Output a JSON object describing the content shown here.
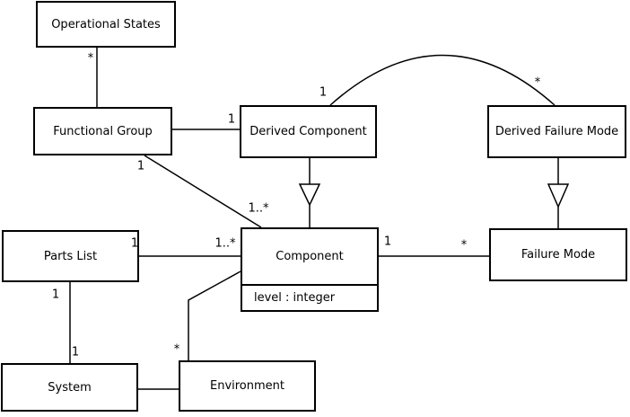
{
  "diagram": {
    "kind": "uml-class-diagram",
    "colors": {
      "background": "#ffffff",
      "line": "#000000",
      "node_fill": "#ffffff",
      "text": "#000000"
    }
  },
  "nodes": {
    "operational_states": {
      "label": "Operational States"
    },
    "functional_group": {
      "label": "Functional Group"
    },
    "derived_component": {
      "label": "Derived Component"
    },
    "derived_failure_mode": {
      "label": "Derived Failure Mode"
    },
    "parts_list": {
      "label": "Parts List"
    },
    "component": {
      "label": "Component",
      "attributes": [
        "level : integer"
      ]
    },
    "failure_mode": {
      "label": "Failure Mode"
    },
    "system": {
      "label": "System"
    },
    "environment": {
      "label": "Environment"
    }
  },
  "relationships": [
    {
      "from": "Functional Group",
      "to": "Operational States",
      "type": "association",
      "to_multiplicity": "*"
    },
    {
      "from": "Functional Group",
      "to": "Derived Component",
      "type": "association",
      "to_multiplicity": "1"
    },
    {
      "from": "Functional Group",
      "to": "Component",
      "type": "association",
      "from_multiplicity": "1",
      "to_multiplicity": "1..*"
    },
    {
      "from": "Derived Component",
      "to": "Component",
      "type": "generalization"
    },
    {
      "from": "Derived Component",
      "to": "Derived Failure Mode",
      "type": "association",
      "from_multiplicity": "1",
      "to_multiplicity": "*"
    },
    {
      "from": "Derived Failure Mode",
      "to": "Failure Mode",
      "type": "generalization"
    },
    {
      "from": "Component",
      "to": "Failure Mode",
      "type": "association",
      "from_multiplicity": "1",
      "to_multiplicity": "*"
    },
    {
      "from": "Parts List",
      "to": "Component",
      "type": "association",
      "from_multiplicity": "1",
      "to_multiplicity": "1..*"
    },
    {
      "from": "Parts List",
      "to": "System",
      "type": "association",
      "from_multiplicity": "1",
      "to_multiplicity": "1"
    },
    {
      "from": "System",
      "to": "Environment",
      "type": "association"
    },
    {
      "from": "Environment",
      "to": "Component",
      "type": "association",
      "from_multiplicity": "*"
    }
  ]
}
